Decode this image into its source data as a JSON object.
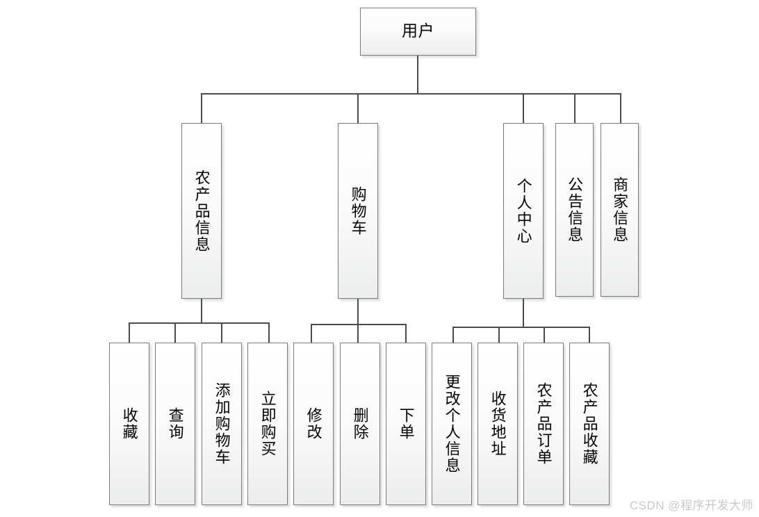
{
  "diagram": {
    "type": "tree",
    "title_node": "用户",
    "watermark": "CSDN @程序开发大师",
    "colors": {
      "box_border": "#7a7a7a",
      "box_fill_top": "#ffffff",
      "box_fill_bottom": "#eceded",
      "line": "#4a4a4a",
      "watermark": "#c9c9c9",
      "background": "#ffffff"
    },
    "root": {
      "label": "用户"
    },
    "level2": [
      {
        "label": "农产品信息"
      },
      {
        "label": "购物车"
      },
      {
        "label": "个人中心"
      },
      {
        "label": "公告信息"
      },
      {
        "label": "商家信息"
      }
    ],
    "group_product": [
      {
        "label": "收藏"
      },
      {
        "label": "查询"
      },
      {
        "label": "添加购物车"
      },
      {
        "label": "立即购买"
      }
    ],
    "group_cart": [
      {
        "label": "修改"
      },
      {
        "label": "删除"
      },
      {
        "label": "下单"
      }
    ],
    "group_center": [
      {
        "label": "更改个人信息"
      },
      {
        "label": "收货地址"
      },
      {
        "label": "农产品订单"
      },
      {
        "label": "农产品收藏"
      }
    ]
  }
}
